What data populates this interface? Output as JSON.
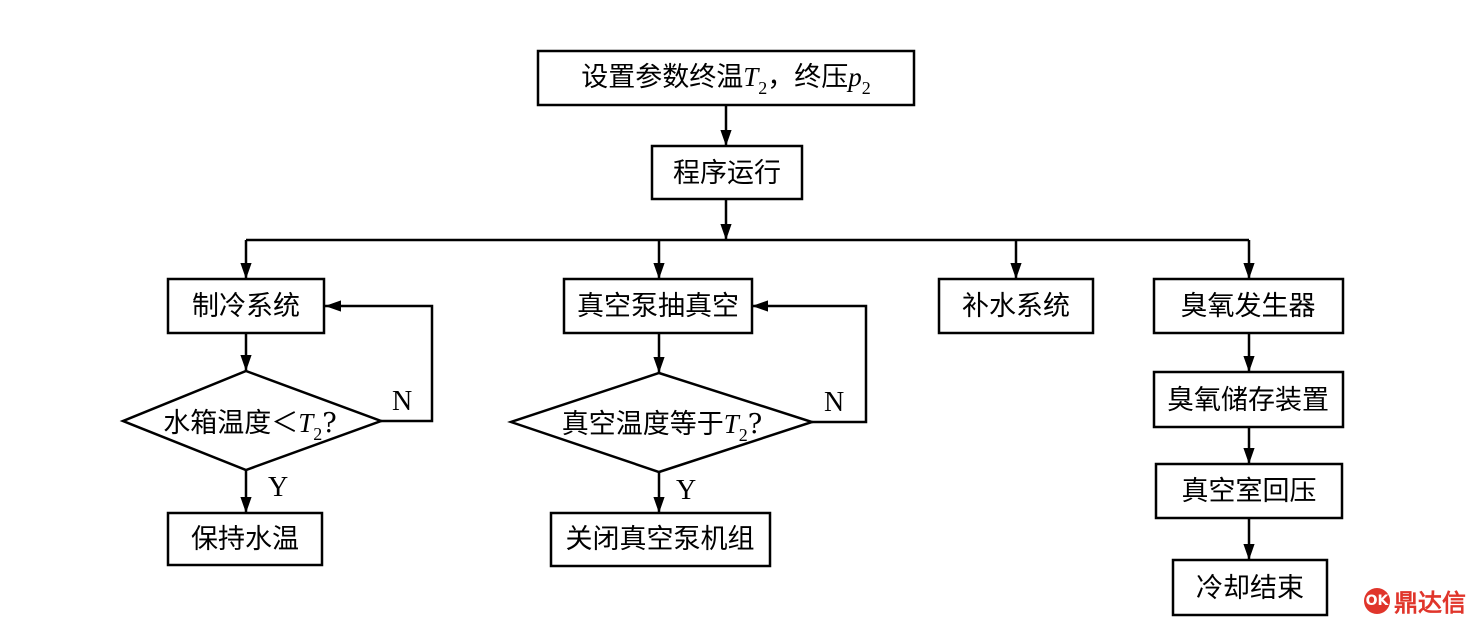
{
  "nodes": {
    "start": {
      "pre": "设置参数终温",
      "var1": "T",
      "sub1": "2",
      "mid": "，终压",
      "var2": "p",
      "sub2": "2"
    },
    "run": "程序运行",
    "cooling": "制冷系统",
    "water_check": {
      "pre": "水箱温度＜",
      "var": "T",
      "sub": "2",
      "post": "?"
    },
    "keep_temp": "保持水温",
    "vacuum_pump": "真空泵抽真空",
    "vacuum_check": {
      "pre": "真空温度等于",
      "var": "T",
      "sub": "2",
      "post": "?"
    },
    "close_pump": "关闭真空泵机组",
    "water_supply": "补水系统",
    "ozone_gen": "臭氧发生器",
    "ozone_storage": "臭氧储存装置",
    "vacuum_return": "真空室回压",
    "cool_end": "冷却结束"
  },
  "branch_labels": {
    "water_no": "N",
    "water_yes": "Y",
    "vacuum_no": "N",
    "vacuum_yes": "Y"
  },
  "watermark": {
    "icon_text": "OK",
    "text": "鼎达信"
  },
  "colors": {
    "line": "#000000",
    "watermark": "#e0352b"
  }
}
